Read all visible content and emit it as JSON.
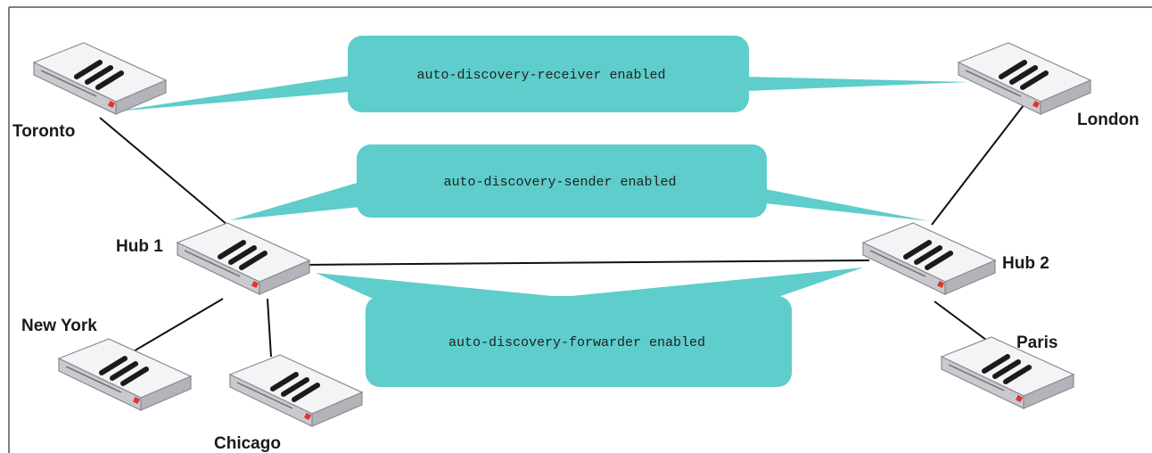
{
  "colors": {
    "callout_fill": "#5ecdcb",
    "callout_text": "#222222",
    "link": "#111111",
    "device_top": "#f4f4f6",
    "device_side": "#c9cad0",
    "device_front": "#b3b4ba",
    "device_logo": "#1b1b1b",
    "device_led": "#e2332c",
    "frame": "#555555"
  },
  "devices": {
    "toronto": {
      "label": "Toronto",
      "icon": "router-appliance"
    },
    "london": {
      "label": "London",
      "icon": "router-appliance"
    },
    "hub1": {
      "label": "Hub 1",
      "icon": "router-appliance"
    },
    "hub2": {
      "label": "Hub 2",
      "icon": "router-appliance"
    },
    "newyork": {
      "label": "New York",
      "icon": "router-appliance"
    },
    "chicago": {
      "label": "Chicago",
      "icon": "router-appliance"
    },
    "paris": {
      "label": "Paris",
      "icon": "router-appliance"
    }
  },
  "callouts": {
    "receiver": "auto-discovery-receiver enabled",
    "sender": "auto-discovery-sender enabled",
    "forwarder": "auto-discovery-forwarder enabled"
  }
}
